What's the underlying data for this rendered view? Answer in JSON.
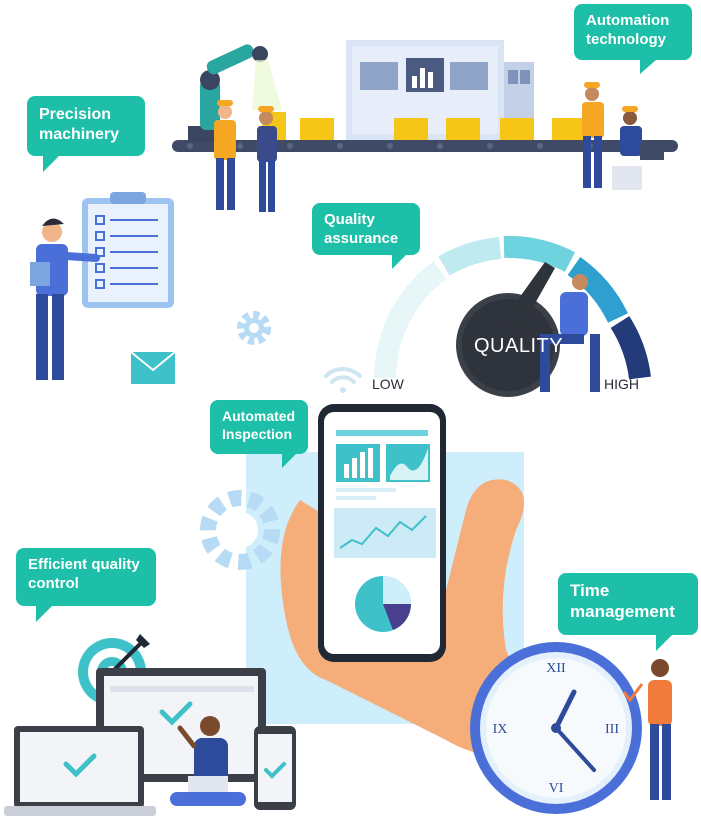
{
  "labels": {
    "automation_technology": "Automation technology",
    "precision_machinery": "Precision machinery",
    "quality_assurance": "Quality assurance",
    "automated_inspection": "Automated Inspection",
    "efficient_quality_control": "Efficient quality control",
    "time_management": "Time management"
  },
  "gauge": {
    "center_text": "QUALITY",
    "low_label": "LOW",
    "high_label": "HIGH"
  },
  "clock": {
    "numerals": [
      "XII",
      "III",
      "VI",
      "IX"
    ]
  },
  "colors": {
    "bubble": "#1ebfa8",
    "accent_blue": "#4a6fd8",
    "light_blue": "#cdeaf7",
    "orange": "#f5a623",
    "teal": "#2fc2b8"
  },
  "icons": [
    "gear-icon",
    "mail-icon",
    "wifi-icon",
    "target-icon",
    "checkmark-icon",
    "clipboard-icon",
    "bar-chart-icon",
    "line-chart-icon",
    "pie-chart-icon"
  ]
}
